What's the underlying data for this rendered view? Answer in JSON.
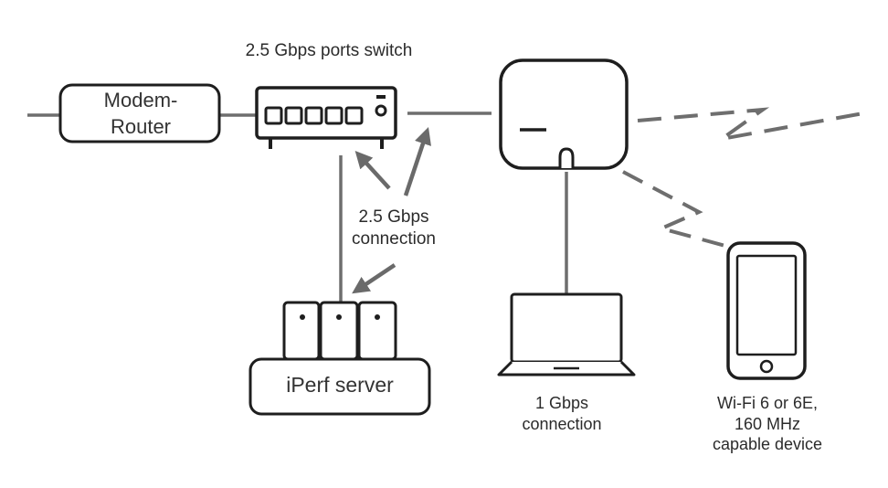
{
  "labels": {
    "switch_title": "2.5 Gbps ports switch",
    "modem_router": [
      "Modem-",
      "Router"
    ],
    "iperf_server": "iPerf server",
    "connection_25": [
      "2.5 Gbps",
      "connection"
    ],
    "connection_1": [
      "1 Gbps",
      "connection"
    ],
    "device": [
      "Wi-Fi 6 or 6E,",
      "160 MHz",
      "capable device"
    ]
  },
  "colors": {
    "stroke": "#1e1e1e",
    "line": "#6e6e6e",
    "arrow": "#6a6a6a"
  }
}
